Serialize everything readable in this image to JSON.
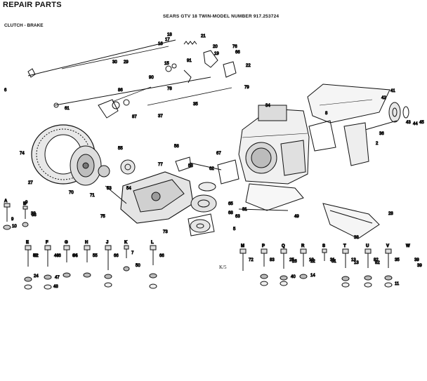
{
  "header": {
    "title": "REPAIR PARTS",
    "model": "SEARS GTV 18 TWIN-MODEL NUMBER 917.253724",
    "section": "CLUTCH - BRAKE"
  },
  "page_mark": "K/5",
  "callouts": [
    {
      "n": "21"
    },
    {
      "n": "30"
    },
    {
      "n": "29"
    },
    {
      "n": "18"
    },
    {
      "n": "17"
    },
    {
      "n": "16"
    },
    {
      "n": "20"
    },
    {
      "n": "19"
    },
    {
      "n": "76"
    },
    {
      "n": "66"
    },
    {
      "n": "15"
    },
    {
      "n": "91"
    },
    {
      "n": "22"
    },
    {
      "n": "90"
    },
    {
      "n": "78"
    },
    {
      "n": "79"
    },
    {
      "n": "35"
    },
    {
      "n": "37"
    },
    {
      "n": "87"
    },
    {
      "n": "86"
    },
    {
      "n": "61"
    },
    {
      "n": "56"
    },
    {
      "n": "6"
    },
    {
      "n": "34"
    },
    {
      "n": "8"
    },
    {
      "n": "41"
    },
    {
      "n": "42"
    },
    {
      "n": "45"
    },
    {
      "n": "44"
    },
    {
      "n": "43"
    },
    {
      "n": "36"
    },
    {
      "n": "2"
    },
    {
      "n": "74"
    },
    {
      "n": "27"
    },
    {
      "n": "70"
    },
    {
      "n": "71"
    },
    {
      "n": "55"
    },
    {
      "n": "58"
    },
    {
      "n": "77"
    },
    {
      "n": "67"
    },
    {
      "n": "62"
    },
    {
      "n": "75"
    },
    {
      "n": "73"
    },
    {
      "n": "68"
    },
    {
      "n": "65"
    },
    {
      "n": "53"
    },
    {
      "n": "54"
    },
    {
      "n": "33"
    },
    {
      "n": "10"
    },
    {
      "n": "38"
    },
    {
      "n": "28"
    },
    {
      "n": "63"
    },
    {
      "n": "81"
    },
    {
      "n": "49"
    },
    {
      "n": "39"
    },
    {
      "n": "40"
    },
    {
      "n": "26"
    },
    {
      "n": "12"
    },
    {
      "n": "14"
    },
    {
      "n": "31"
    },
    {
      "n": "13"
    },
    {
      "n": "82"
    },
    {
      "n": "46"
    },
    {
      "n": "47"
    },
    {
      "n": "48"
    },
    {
      "n": "50"
    },
    {
      "n": "24"
    },
    {
      "n": "52"
    },
    {
      "n": "64"
    },
    {
      "n": "11"
    },
    {
      "n": "9"
    },
    {
      "n": "5"
    }
  ],
  "hardware": [
    {
      "letter": "A",
      "part": "9"
    },
    {
      "letter": "B",
      "part": "33"
    },
    {
      "letter": "E",
      "part": "52"
    },
    {
      "letter": "F",
      "part": "46"
    },
    {
      "letter": "G",
      "part": "64"
    },
    {
      "letter": "H",
      "part": "55"
    },
    {
      "letter": "J",
      "part": "66"
    },
    {
      "letter": "K",
      "part": "7"
    },
    {
      "letter": "L",
      "part": "66"
    },
    {
      "letter": "M",
      "part": "72"
    },
    {
      "letter": "P",
      "part": "83"
    },
    {
      "letter": "Q",
      "part": "25"
    },
    {
      "letter": "R",
      "part": "12"
    },
    {
      "letter": "S",
      "part": "31"
    },
    {
      "letter": "T",
      "part": "13"
    },
    {
      "letter": "U",
      "part": "82"
    },
    {
      "letter": "V",
      "part": "35"
    },
    {
      "letter": "W",
      "part": "39"
    }
  ],
  "colors": {
    "ink": "#111111",
    "paper": "#ffffff"
  }
}
